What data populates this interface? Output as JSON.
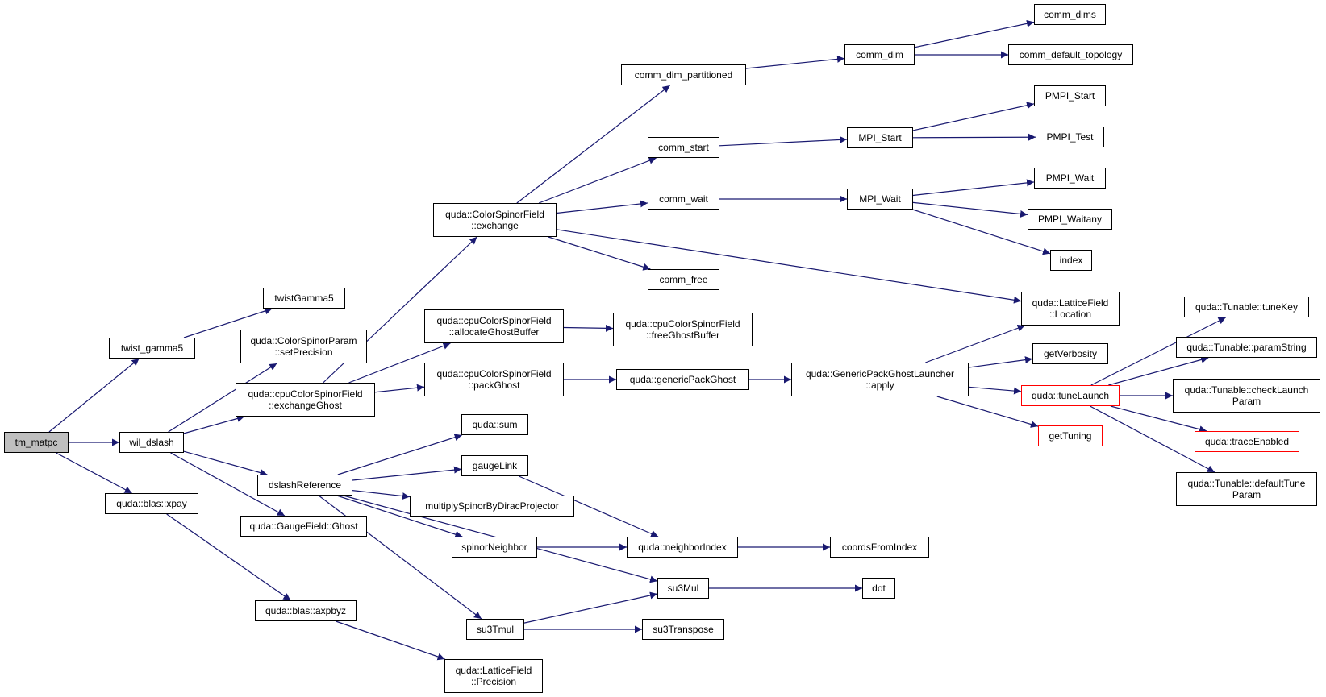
{
  "colors": {
    "edge": "#191970",
    "node_border": "#000000",
    "root_fill": "#bfbfbf",
    "truncated_border": "#ff0000"
  },
  "nodes": {
    "tm_matpc": "tm_matpc",
    "twist_gamma5": "twist_gamma5",
    "twistGamma5": "twistGamma5",
    "wil_dslash": "wil_dslash",
    "quda_blas_xpay": "quda::blas::xpay",
    "quda_blas_axpbyz": "quda::blas::axpbyz",
    "latticefield_precision": [
      "quda::LatticeField",
      "::Precision"
    ],
    "colorspinorparam_setprecision": [
      "quda::ColorSpinorParam",
      "::setPrecision"
    ],
    "cpu_exchangeghost": [
      "quda::cpuColorSpinorField",
      "::exchangeGhost"
    ],
    "dslashreference": "dslashReference",
    "gaugefield_ghost": "quda::GaugeField::Ghost",
    "colorspinorfield_exchange": [
      "quda::ColorSpinorField",
      "::exchange"
    ],
    "cpu_allocateghostbuffer": [
      "quda::cpuColorSpinorField",
      "::allocateGhostBuffer"
    ],
    "cpu_packghost": [
      "quda::cpuColorSpinorField",
      "::packGhost"
    ],
    "cpu_freeghostbuffer": [
      "quda::cpuColorSpinorField",
      "::freeGhostBuffer"
    ],
    "genericpackghost": "quda::genericPackGhost",
    "genericpackghostlauncher_apply": [
      "quda::GenericPackGhostLauncher",
      "::apply"
    ],
    "quda_sum": "quda::sum",
    "gaugelink": "gaugeLink",
    "multiplyspinor": "multiplySpinorByDiracProjector",
    "spinorneighbor": "spinorNeighbor",
    "neighborindex": "quda::neighborIndex",
    "coordsfromindex": "coordsFromIndex",
    "su3mul": "su3Mul",
    "dot": "dot",
    "su3tmul": "su3Tmul",
    "su3transpose": "su3Transpose",
    "comm_dim_partitioned": "comm_dim_partitioned",
    "comm_dim": "comm_dim",
    "comm_dims": "comm_dims",
    "comm_default_topology": "comm_default_topology",
    "comm_start": "comm_start",
    "mpi_start": "MPI_Start",
    "pmpi_start": "PMPI_Start",
    "pmpi_test": "PMPI_Test",
    "comm_wait": "comm_wait",
    "mpi_wait": "MPI_Wait",
    "pmpi_wait": "PMPI_Wait",
    "pmpi_waitany": "PMPI_Waitany",
    "index": "index",
    "comm_free": "comm_free",
    "latticefield_location": [
      "quda::LatticeField",
      "::Location"
    ],
    "getverbosity": "getVerbosity",
    "tunelaunch": "quda::tuneLaunch",
    "gettuning": "getTuning",
    "tunable_tunekey": "quda::Tunable::tuneKey",
    "tunable_paramstring": "quda::Tunable::paramString",
    "tunable_checklaunchparam": [
      "quda::Tunable::checkLaunch",
      "Param"
    ],
    "traceenabled": "quda::traceEnabled",
    "tunable_defaulttuneparam": [
      "quda::Tunable::defaultTune",
      "Param"
    ]
  },
  "edges": [
    [
      "tm_matpc",
      "twist_gamma5"
    ],
    [
      "tm_matpc",
      "wil_dslash"
    ],
    [
      "tm_matpc",
      "quda_blas_xpay"
    ],
    [
      "twist_gamma5",
      "twistGamma5"
    ],
    [
      "wil_dslash",
      "colorspinorparam_setprecision"
    ],
    [
      "wil_dslash",
      "cpu_exchangeghost"
    ],
    [
      "wil_dslash",
      "dslashreference"
    ],
    [
      "wil_dslash",
      "gaugefield_ghost"
    ],
    [
      "quda_blas_xpay",
      "quda_blas_axpbyz"
    ],
    [
      "quda_blas_axpbyz",
      "latticefield_precision"
    ],
    [
      "cpu_exchangeghost",
      "colorspinorfield_exchange"
    ],
    [
      "cpu_exchangeghost",
      "cpu_allocateghostbuffer"
    ],
    [
      "cpu_exchangeghost",
      "cpu_packghost"
    ],
    [
      "cpu_allocateghostbuffer",
      "cpu_freeghostbuffer"
    ],
    [
      "cpu_packghost",
      "genericpackghost"
    ],
    [
      "genericpackghost",
      "genericpackghostlauncher_apply"
    ],
    [
      "genericpackghostlauncher_apply",
      "latticefield_location"
    ],
    [
      "genericpackghostlauncher_apply",
      "getverbosity"
    ],
    [
      "genericpackghostlauncher_apply",
      "tunelaunch"
    ],
    [
      "genericpackghostlauncher_apply",
      "gettuning"
    ],
    [
      "tunelaunch",
      "tunable_tunekey"
    ],
    [
      "tunelaunch",
      "tunable_paramstring"
    ],
    [
      "tunelaunch",
      "tunable_checklaunchparam"
    ],
    [
      "tunelaunch",
      "traceenabled"
    ],
    [
      "tunelaunch",
      "tunable_defaulttuneparam"
    ],
    [
      "colorspinorfield_exchange",
      "comm_dim_partitioned"
    ],
    [
      "colorspinorfield_exchange",
      "comm_start"
    ],
    [
      "colorspinorfield_exchange",
      "comm_wait"
    ],
    [
      "colorspinorfield_exchange",
      "comm_free"
    ],
    [
      "colorspinorfield_exchange",
      "latticefield_location"
    ],
    [
      "comm_dim_partitioned",
      "comm_dim"
    ],
    [
      "comm_dim",
      "comm_dims"
    ],
    [
      "comm_dim",
      "comm_default_topology"
    ],
    [
      "comm_start",
      "mpi_start"
    ],
    [
      "mpi_start",
      "pmpi_start"
    ],
    [
      "mpi_start",
      "pmpi_test"
    ],
    [
      "comm_wait",
      "mpi_wait"
    ],
    [
      "mpi_wait",
      "pmpi_wait"
    ],
    [
      "mpi_wait",
      "pmpi_waitany"
    ],
    [
      "mpi_wait",
      "index"
    ],
    [
      "dslashreference",
      "quda_sum"
    ],
    [
      "dslashreference",
      "gaugelink"
    ],
    [
      "dslashreference",
      "multiplyspinor"
    ],
    [
      "dslashreference",
      "spinorneighbor"
    ],
    [
      "dslashreference",
      "su3mul"
    ],
    [
      "dslashreference",
      "su3tmul"
    ],
    [
      "gaugelink",
      "neighborindex"
    ],
    [
      "spinorneighbor",
      "neighborindex"
    ],
    [
      "neighborindex",
      "coordsfromindex"
    ],
    [
      "su3mul",
      "dot"
    ],
    [
      "su3tmul",
      "su3mul"
    ],
    [
      "su3tmul",
      "su3transpose"
    ]
  ]
}
